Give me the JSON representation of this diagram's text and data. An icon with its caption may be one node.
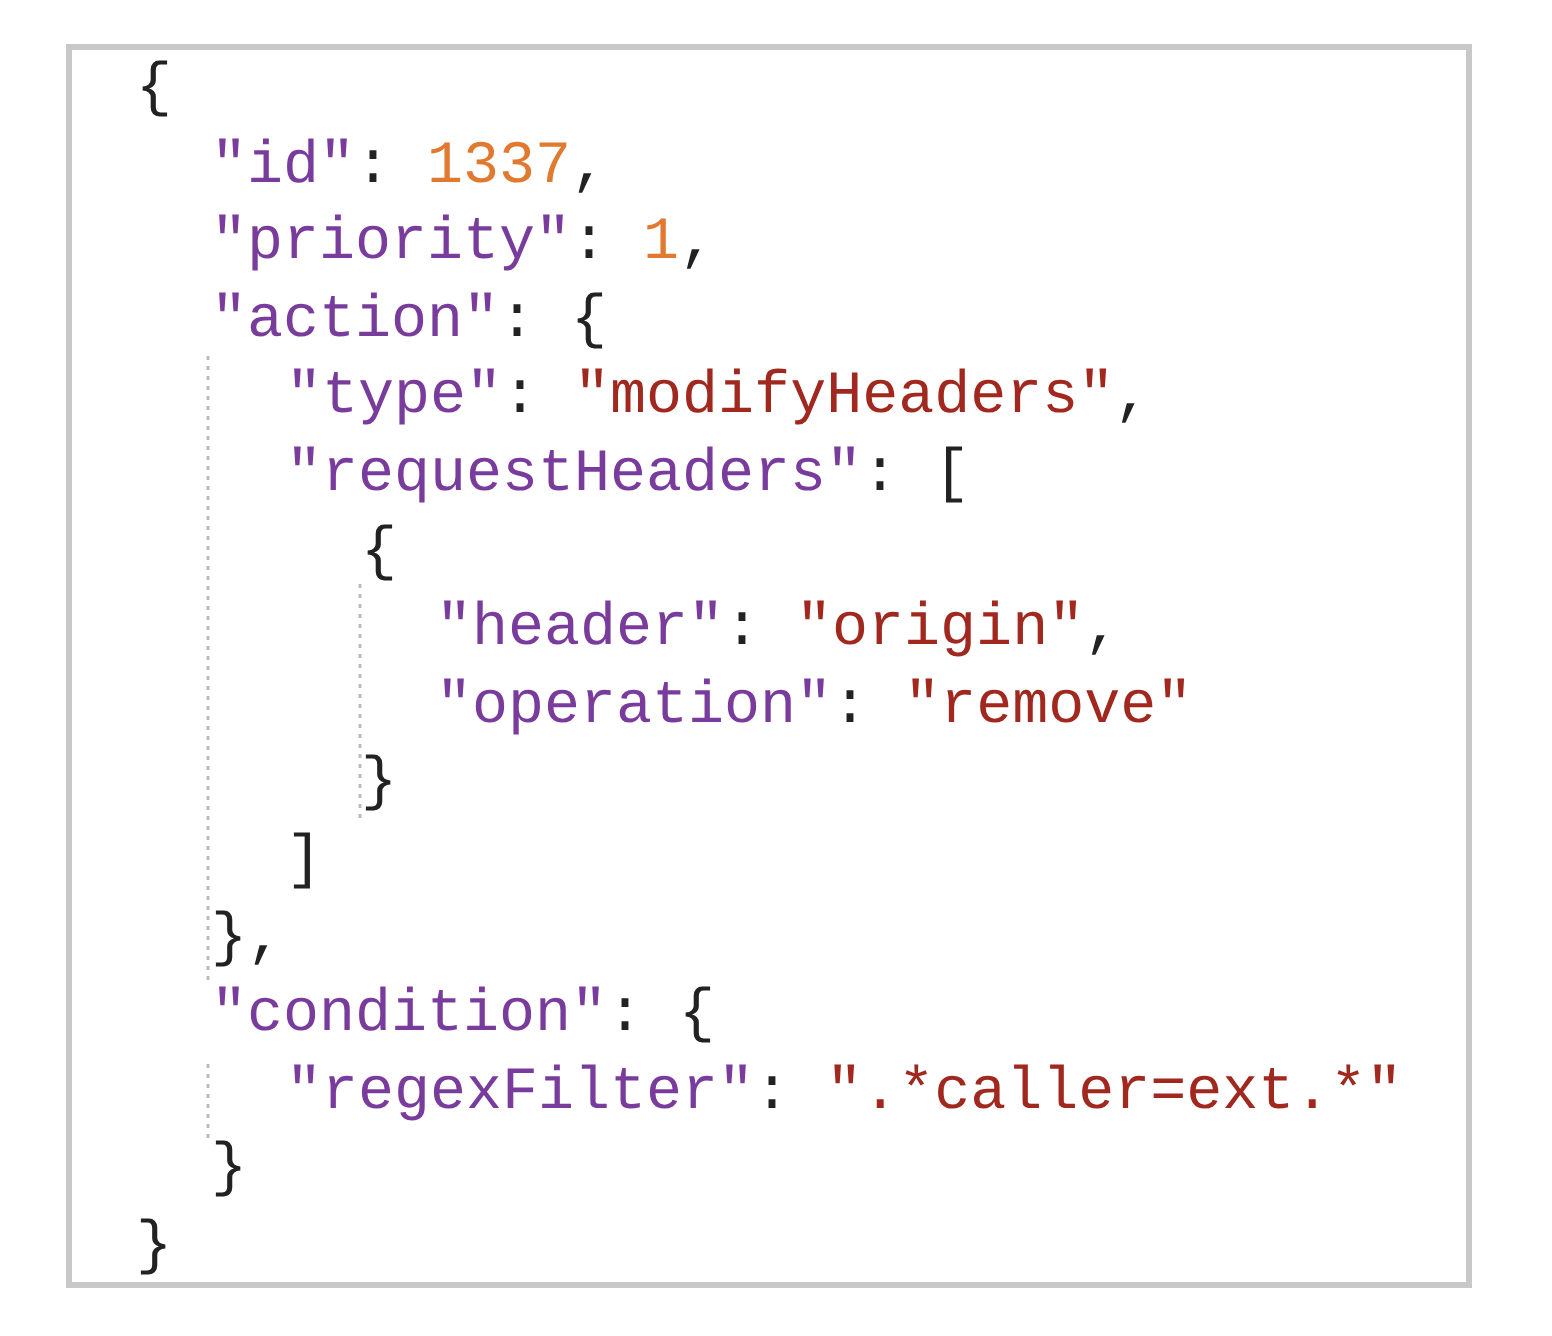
{
  "diagram": {
    "labels": [
      "{",
      "\"id\": 1337,",
      "\"priority\": 1,",
      "\"action\": {",
      "\"type\": \"modifyHeaders\",",
      "\"requestHeaders\": [",
      "{",
      "\"header\": \"origin\",",
      "\"operation\": \"remove\"",
      "}",
      "]",
      "},",
      "\"condition\": {",
      "\"regexFilter\": \".*caller=ext.*\"",
      "}",
      "}"
    ]
  }
}
